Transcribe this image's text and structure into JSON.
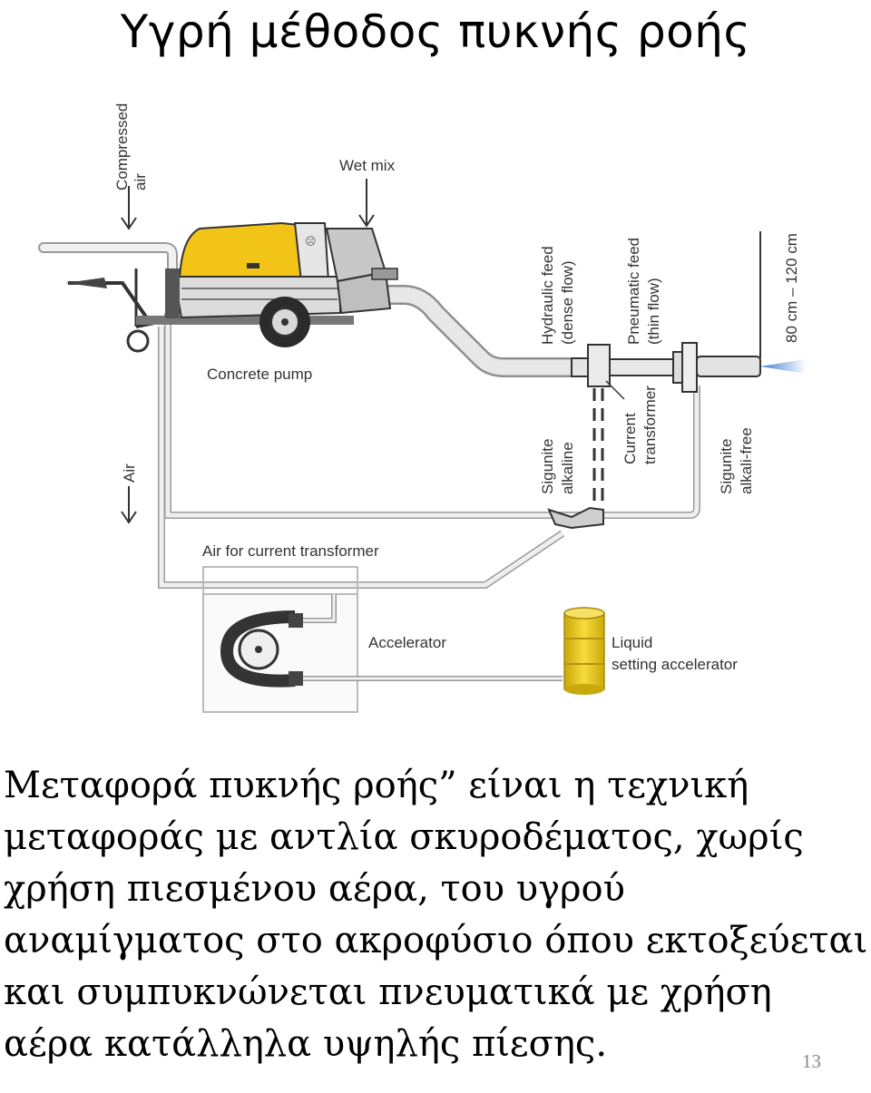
{
  "slide": {
    "title": "Υγρή μέθοδος πυκνής ροής",
    "page_number": "13"
  },
  "diagram": {
    "labels": {
      "compressed_air_1": "Compressed",
      "compressed_air_2": "air",
      "wet_mix": "Wet mix",
      "concrete_pump": "Concrete pump",
      "hydraulic_feed_1": "Hydraulic feed",
      "hydraulic_feed_2": "(dense flow)",
      "pneumatic_feed_1": "Pneumatic feed",
      "pneumatic_feed_2": "(thin flow)",
      "distance": "80 cm – 120 cm",
      "air": "Air",
      "sigunite_alkaline_1": "Sigunite",
      "sigunite_alkaline_2": "alkaline",
      "current_transformer_1": "Current",
      "current_transformer_2": "transformer",
      "sigunite_alkali_free_1": "Sigunite",
      "sigunite_alkali_free_2": "alkali-free",
      "air_for_transformer": "Air for current transformer",
      "accelerator": "Accelerator",
      "liquid_setting_1": "Liquid",
      "liquid_setting_2": "setting accelerator"
    },
    "colors": {
      "pump_body": "#f2c418",
      "pipe": "#d4d4d4",
      "nozzle_spray": "#3f7fd6",
      "tank": "#f2d21a"
    }
  },
  "body": {
    "lines": [
      "Μεταφορά πυκνής ροής” είναι η τεχνική",
      "μεταφοράς με αντλία σκυροδέματος, χωρίς",
      "χρήση πιεσμένου αέρα, του υγρού",
      "αναμίγματος στο ακροφύσιο όπου εκτοξεύεται",
      "και συμπυκνώνεται πνευματικά με χρήση",
      "αέρα κατάλληλα υψηλής πίεσης."
    ]
  }
}
